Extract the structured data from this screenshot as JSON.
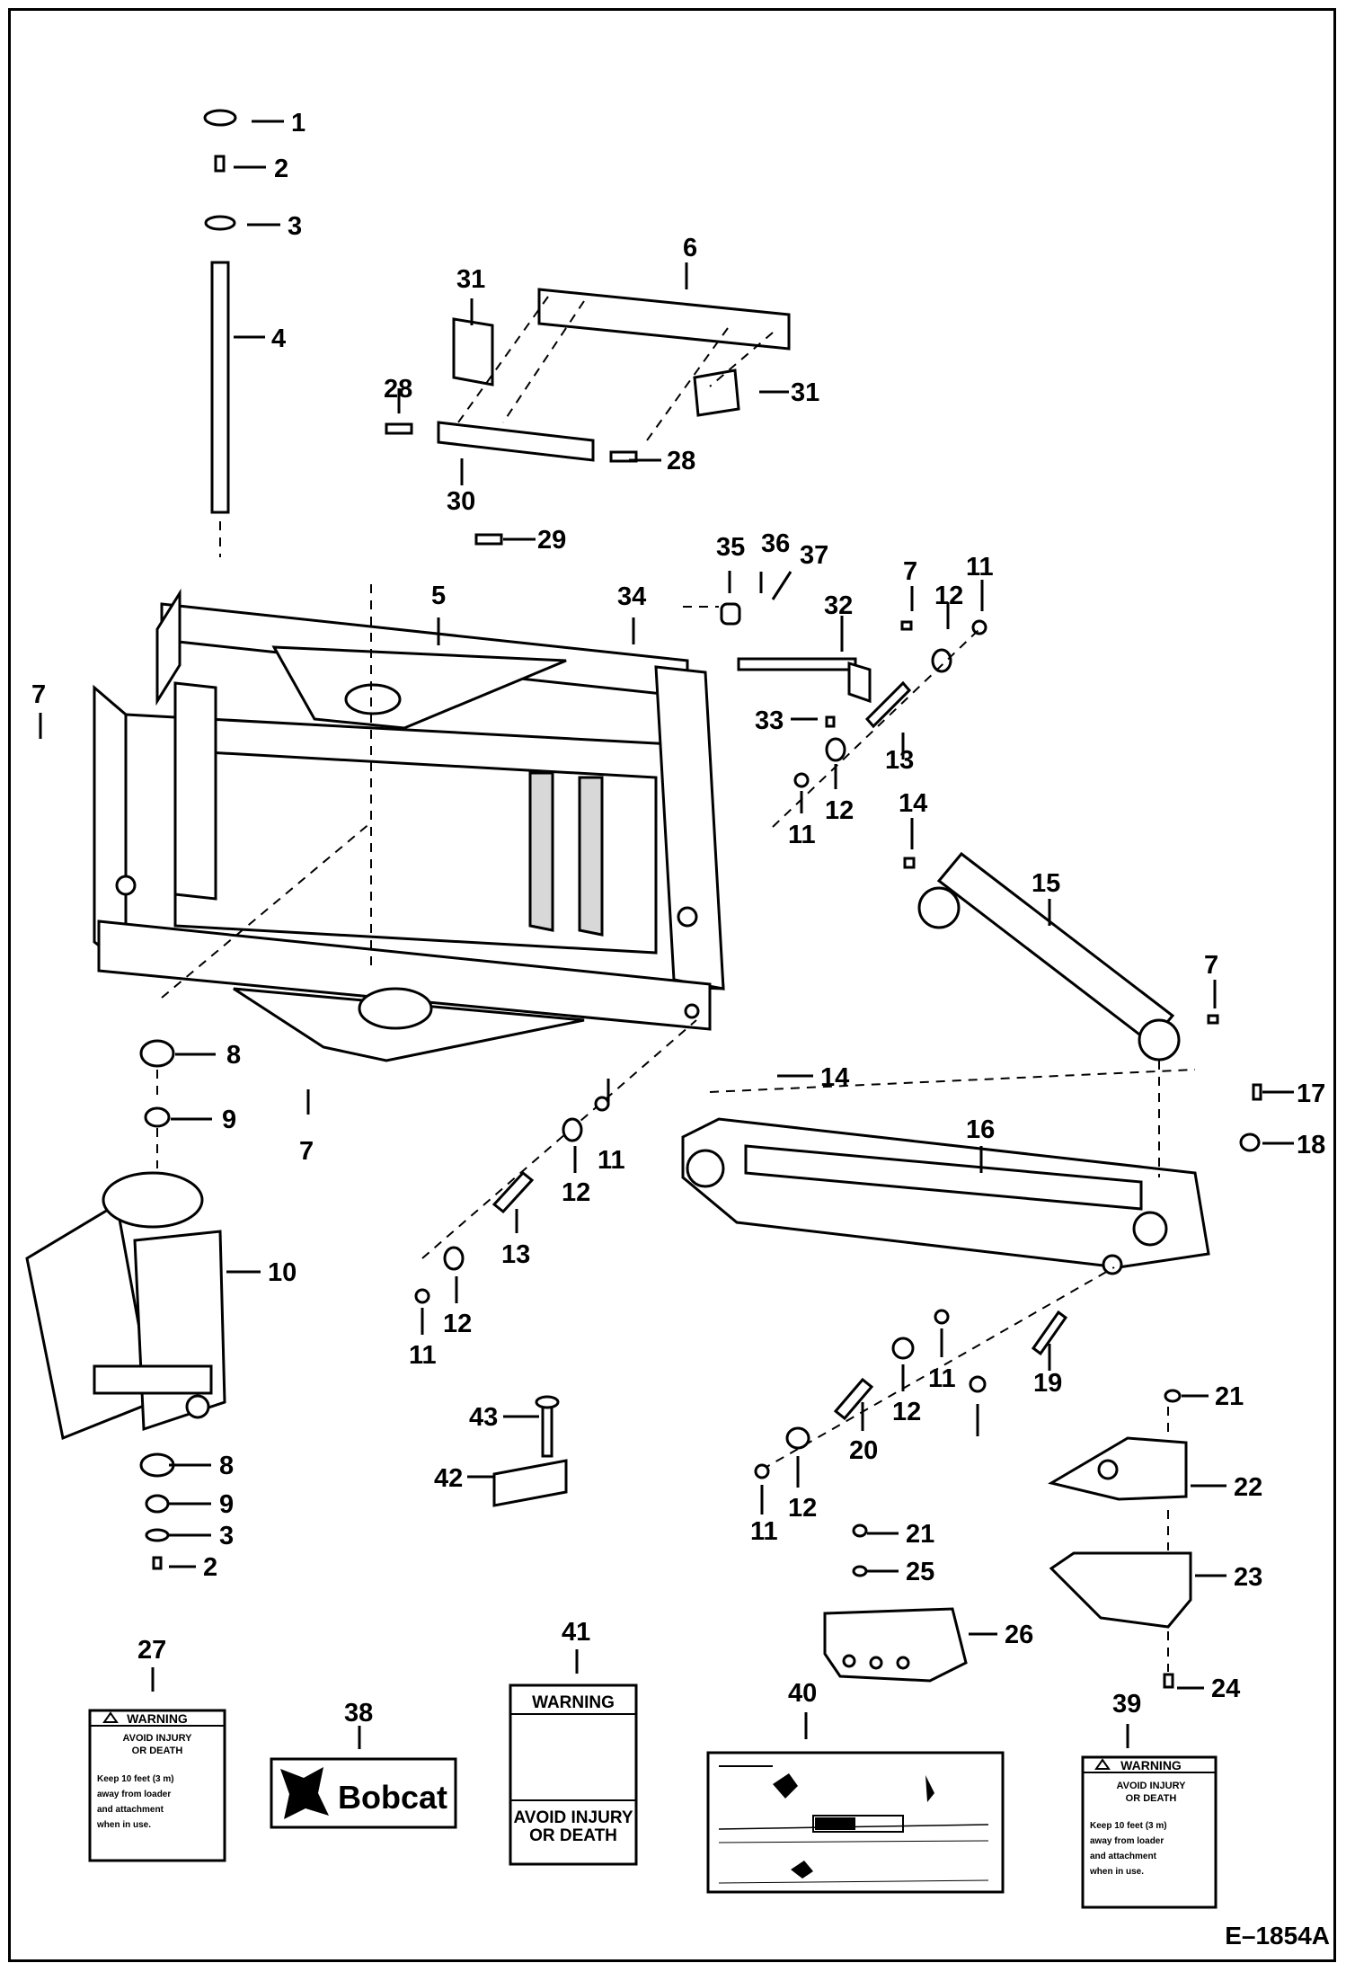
{
  "drawing_number": "E–1854A",
  "callouts": [
    {
      "id": "c1",
      "text": "1"
    },
    {
      "id": "c2a",
      "text": "2"
    },
    {
      "id": "c3a",
      "text": "3"
    },
    {
      "id": "c4",
      "text": "4"
    },
    {
      "id": "c5",
      "text": "5"
    },
    {
      "id": "c6",
      "text": "6"
    },
    {
      "id": "c7a",
      "text": "7"
    },
    {
      "id": "c7b",
      "text": "7"
    },
    {
      "id": "c7c",
      "text": "7"
    },
    {
      "id": "c7d",
      "text": "7"
    },
    {
      "id": "c8a",
      "text": "8"
    },
    {
      "id": "c8b",
      "text": "8"
    },
    {
      "id": "c9a",
      "text": "9"
    },
    {
      "id": "c9b",
      "text": "9"
    },
    {
      "id": "c10",
      "text": "10"
    },
    {
      "id": "c11a",
      "text": "11"
    },
    {
      "id": "c11b",
      "text": "11"
    },
    {
      "id": "c11c",
      "text": "11"
    },
    {
      "id": "c11d",
      "text": "11"
    },
    {
      "id": "c11e",
      "text": "11"
    },
    {
      "id": "c11f",
      "text": "11"
    },
    {
      "id": "c12a",
      "text": "12"
    },
    {
      "id": "c12b",
      "text": "12"
    },
    {
      "id": "c12c",
      "text": "12"
    },
    {
      "id": "c12d",
      "text": "12"
    },
    {
      "id": "c12e",
      "text": "12"
    },
    {
      "id": "c12f",
      "text": "12"
    },
    {
      "id": "c13a",
      "text": "13"
    },
    {
      "id": "c13b",
      "text": "13"
    },
    {
      "id": "c14a",
      "text": "14"
    },
    {
      "id": "c14b",
      "text": "14"
    },
    {
      "id": "c15",
      "text": "15"
    },
    {
      "id": "c16",
      "text": "16"
    },
    {
      "id": "c17",
      "text": "17"
    },
    {
      "id": "c18",
      "text": "18"
    },
    {
      "id": "c19",
      "text": "19"
    },
    {
      "id": "c20",
      "text": "20"
    },
    {
      "id": "c21a",
      "text": "21"
    },
    {
      "id": "c21b",
      "text": "21"
    },
    {
      "id": "c22",
      "text": "22"
    },
    {
      "id": "c23",
      "text": "23"
    },
    {
      "id": "c24",
      "text": "24"
    },
    {
      "id": "c25",
      "text": "25"
    },
    {
      "id": "c26",
      "text": "26"
    },
    {
      "id": "c27",
      "text": "27"
    },
    {
      "id": "c28a",
      "text": "28"
    },
    {
      "id": "c28b",
      "text": "28"
    },
    {
      "id": "c29",
      "text": "29"
    },
    {
      "id": "c30",
      "text": "30"
    },
    {
      "id": "c31a",
      "text": "31"
    },
    {
      "id": "c31b",
      "text": "31"
    },
    {
      "id": "c32",
      "text": "32"
    },
    {
      "id": "c33",
      "text": "33"
    },
    {
      "id": "c34",
      "text": "34"
    },
    {
      "id": "c35",
      "text": "35"
    },
    {
      "id": "c36",
      "text": "36"
    },
    {
      "id": "c37",
      "text": "37"
    },
    {
      "id": "c38",
      "text": "38"
    },
    {
      "id": "c39",
      "text": "39"
    },
    {
      "id": "c40",
      "text": "40"
    },
    {
      "id": "c41",
      "text": "41"
    },
    {
      "id": "c42",
      "text": "42"
    },
    {
      "id": "c43",
      "text": "43"
    },
    {
      "id": "c2b",
      "text": "2"
    },
    {
      "id": "c3b",
      "text": "3"
    }
  ],
  "decals": {
    "decal_27": {
      "header": "WARNING",
      "title_line1": "AVOID INJURY",
      "title_line2": "OR DEATH",
      "body": [
        "Keep 10 feet (3 m)",
        "away from loader",
        "and attachment",
        "when in use."
      ]
    },
    "decal_38": {
      "brand": "Bobcat"
    },
    "decal_41": {
      "header": "WARNING",
      "title_line1": "AVOID INJURY",
      "title_line2": "OR DEATH"
    },
    "decal_39": {
      "header": "WARNING",
      "title_line1": "AVOID INJURY",
      "title_line2": "OR DEATH",
      "body": [
        "Keep 10 feet (3 m)",
        "away from loader",
        "and attachment",
        "when in use."
      ]
    }
  }
}
